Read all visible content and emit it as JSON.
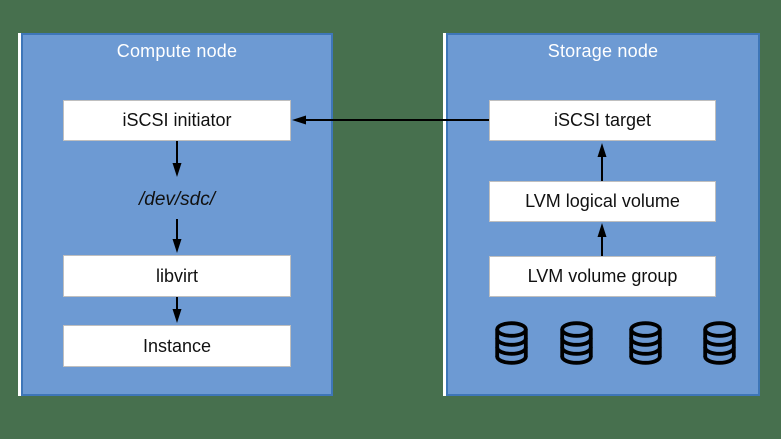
{
  "diagram": {
    "background_color": "#47704E",
    "node_fill_color": "#6D9AD3",
    "node_border_color": "#3E76B8",
    "box_fill_color": "#FFFFFF",
    "box_border_color": "#BFBFBF",
    "arrow_color": "#000000",
    "title_text_color": "#FFFFFF",
    "label_text_color": "#111111",
    "compute_node": {
      "title": "Compute node",
      "iscsi_initiator": "iSCSI initiator",
      "device_path": "/dev/sdc/",
      "libvirt": "libvirt",
      "instance": "Instance"
    },
    "storage_node": {
      "title": "Storage node",
      "iscsi_target": "iSCSI target",
      "lvm_logical_volume": "LVM logical volume",
      "lvm_volume_group": "LVM volume group",
      "disk_icon": "database-cylinder",
      "disk_count": 4
    },
    "connections": [
      {
        "from": "iSCSI target",
        "to": "iSCSI initiator",
        "direction": "left"
      },
      {
        "from": "iSCSI initiator",
        "to": "/dev/sdc/",
        "direction": "down"
      },
      {
        "from": "/dev/sdc/",
        "to": "libvirt",
        "direction": "down"
      },
      {
        "from": "libvirt",
        "to": "Instance",
        "direction": "down"
      },
      {
        "from": "LVM logical volume",
        "to": "iSCSI target",
        "direction": "up"
      },
      {
        "from": "LVM volume group",
        "to": "LVM logical volume",
        "direction": "up"
      }
    ]
  }
}
